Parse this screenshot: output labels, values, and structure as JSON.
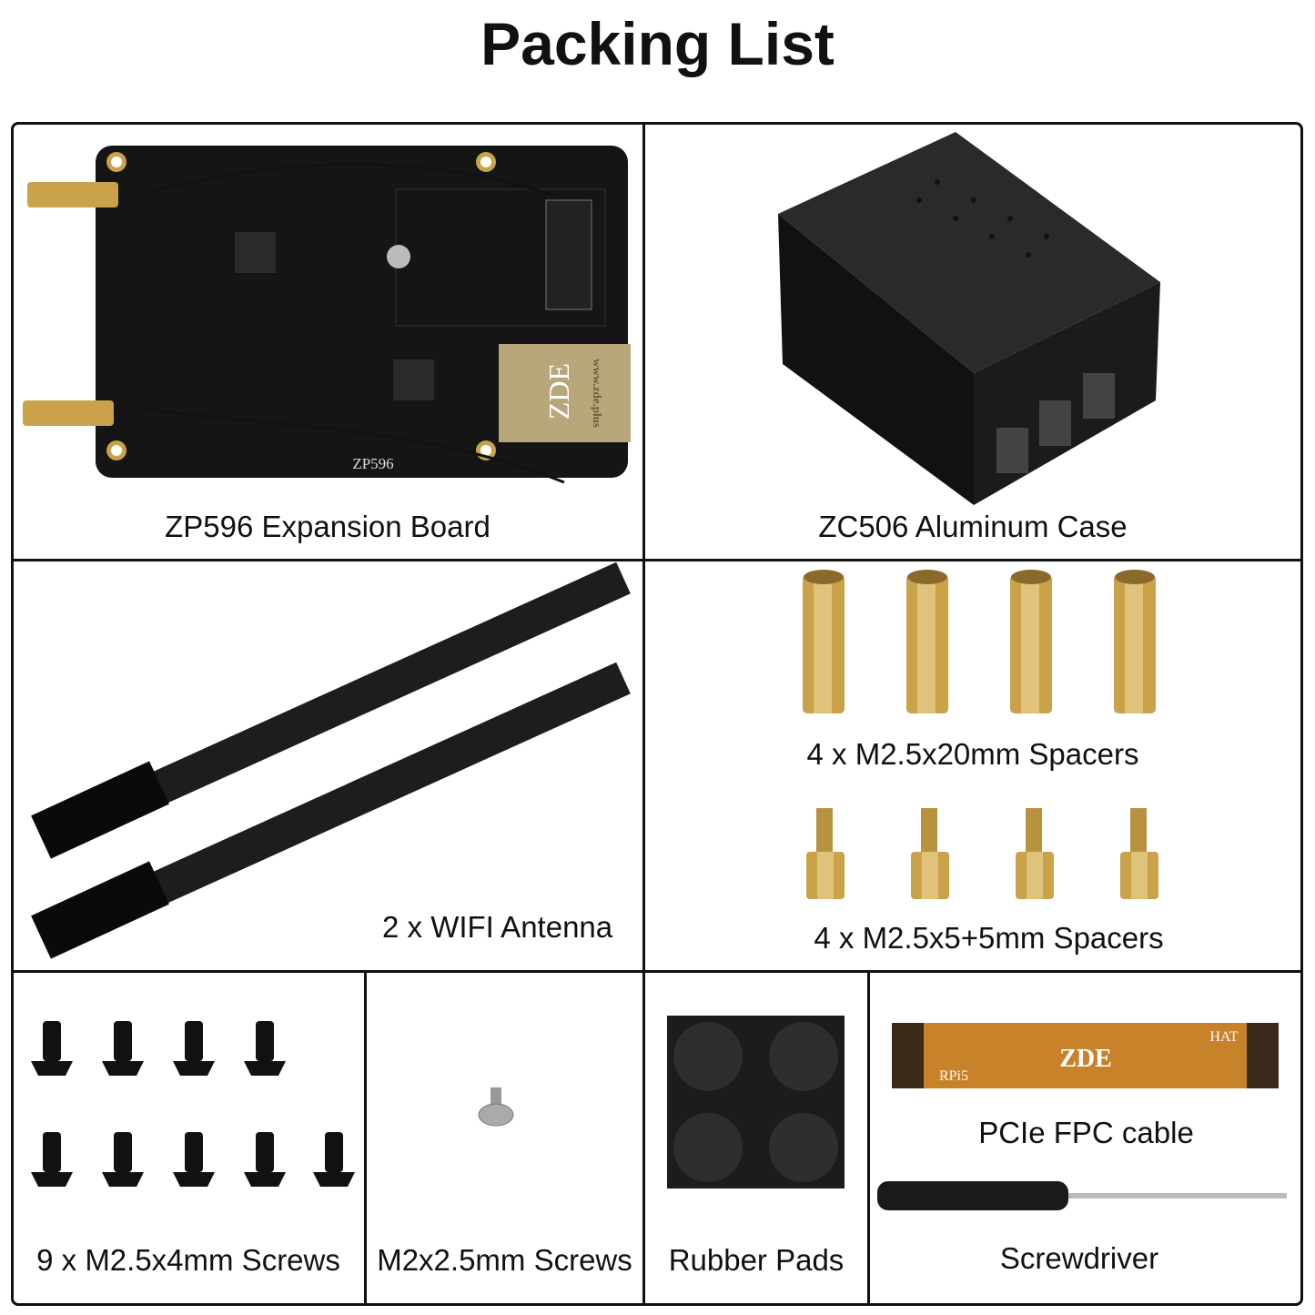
{
  "title": "Packing List",
  "items": [
    {
      "label": "ZP596 Expansion Board",
      "icon": "expansion-board-image",
      "board_marks": [
        "ZDE",
        "ZP596",
        "www.zde.plus"
      ]
    },
    {
      "label": "ZC506 Aluminum Case",
      "icon": "aluminum-case-image"
    },
    {
      "label": "2 x WIFI Antenna",
      "icon": "antenna-image"
    },
    {
      "label": "4 x M2.5x20mm Spacers",
      "icon": "long-spacer-image",
      "count": 4
    },
    {
      "label": "4 x M2.5x5+5mm Spacers",
      "icon": "short-spacer-image",
      "count": 4
    },
    {
      "label": "9 x M2.5x4mm Screws",
      "icon": "screw-image",
      "count": 9
    },
    {
      "label": "M2x2.5mm Screws",
      "icon": "small-screw-image",
      "count": 1
    },
    {
      "label": "Rubber Pads",
      "icon": "rubber-pads-image",
      "count": 4
    },
    {
      "label": "PCIe FPC cable",
      "icon": "fpc-cable-image",
      "cable_marks": [
        "ZDE",
        "HAT",
        "RPi5"
      ]
    },
    {
      "label": "Screwdriver",
      "icon": "screwdriver-image"
    }
  ],
  "colors": {
    "border": "#111111",
    "brass": "#c9a24a",
    "board": "#151515",
    "cable": "#c8832a"
  }
}
